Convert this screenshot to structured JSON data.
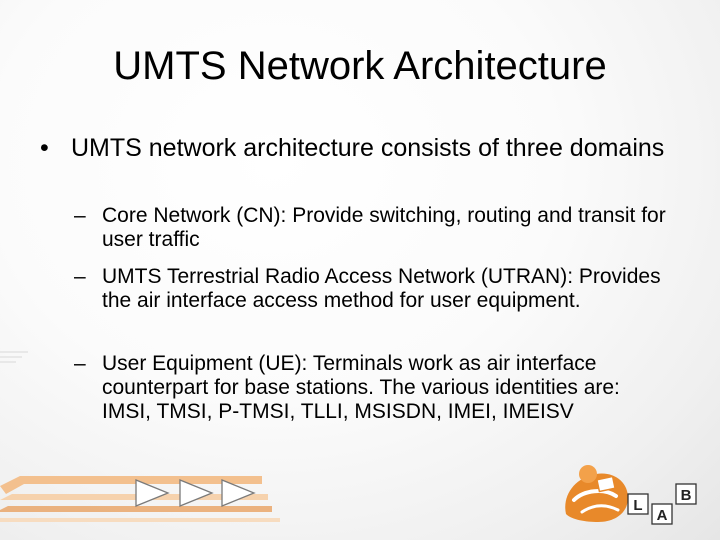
{
  "slide": {
    "title": "UMTS Network Architecture",
    "bullets": [
      {
        "marker": "•",
        "text": "UMTS network architecture consists of three domains",
        "sub_marker": "–",
        "sub": [
          "Core Network (CN): Provide switching, routing and transit for user traffic",
          "UMTS Terrestrial Radio Access Network (UTRAN): Provides the air interface access method for user equipment.",
          "User Equipment (UE): Terminals work as air interface counterpart for base stations. The various identities are: IMSI, TMSI, P-TMSI, TLLI, MSISDN, IMEI, IMEISV"
        ]
      }
    ]
  },
  "logo": {
    "letters": [
      "L",
      "A",
      "B"
    ],
    "accent": "#e8892a"
  },
  "decoration": {
    "accent": "#f0b070",
    "icons": [
      "triangle-arrow-icon",
      "triangle-arrow-icon",
      "triangle-arrow-icon"
    ]
  }
}
